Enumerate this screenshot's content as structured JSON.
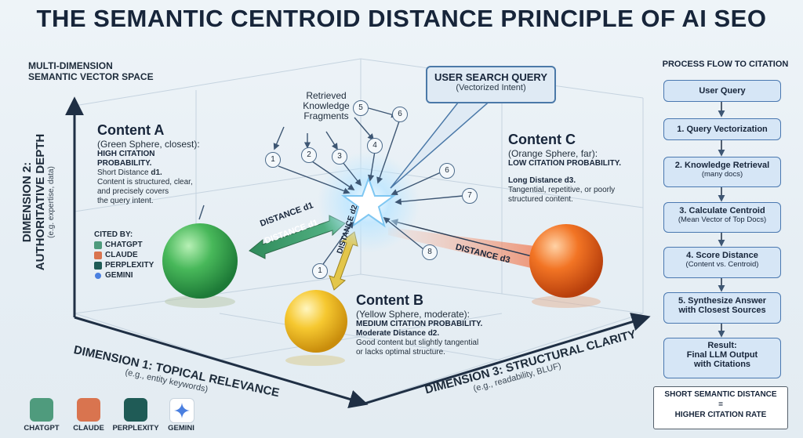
{
  "title": "THE SEMANTIC CENTROID DISTANCE PRINCIPLE OF AI SEO",
  "space_label": [
    "MULTI-DIMENSION",
    "SEMANTIC VECTOR SPACE"
  ],
  "dimension2": {
    "title_line1": "DIMENSION 2:",
    "title_line2": "AUTHORITATIVE DEPTH",
    "sub": "(e.g. expertise, data)"
  },
  "dimension1": {
    "title": "DIMENSION 1: TOPICAL RELEVANCE",
    "sub": "(e.g., entity keywords)"
  },
  "dimension3": {
    "title": "DIMENSION 3: STRUCTURAL CLARITY",
    "sub": "(e.g., readability, BLUF)"
  },
  "query": {
    "title": "USER SEARCH QUERY",
    "sub": "(Vectorized Intent)"
  },
  "fragments": [
    "Retrieved",
    "Knowledge",
    "Fragments"
  ],
  "numbers": [
    "1",
    "2",
    "3",
    "4",
    "5",
    "6",
    "6",
    "7",
    "8",
    "1"
  ],
  "content_a": {
    "head": "Content A",
    "sub": "(Green Sphere, closest):",
    "prob": [
      "HIGH CITATION",
      "PROBABILITY."
    ],
    "dist_prefix": "Short Distance ",
    "dist_name": "d1.",
    "desc": [
      "Content is structured, clear,",
      "and precisely covers",
      "the query intent."
    ]
  },
  "content_b": {
    "head": "Content B",
    "sub": "(Yellow Sphere, moderate):",
    "prob": "MEDIUM CITATION PROBABILITY.",
    "dist": "Moderate Distance d2.",
    "desc": [
      "Good content but slightly tangential",
      "or lacks optimal structure."
    ]
  },
  "content_c": {
    "head": "Content C",
    "sub": "(Orange Sphere, far):",
    "prob": "LOW CITATION PROBABILITY.",
    "dist": "Long Distance d3.",
    "desc": [
      "Tangential, repetitive, or poorly",
      "structured content."
    ]
  },
  "cited_by": {
    "label": "CITED BY:",
    "items": [
      "CHATGPT",
      "CLAUDE",
      "PERPLEXITY",
      "GEMINI"
    ]
  },
  "distances": {
    "d1_a": "DISTANCE d1",
    "d1_b": "DISTANCE d1",
    "d2": "DISTANCE d2",
    "d3": "DISTANCE d3"
  },
  "flow": {
    "title": "PROCESS FLOW TO CITATION",
    "steps": [
      {
        "t": "User Query",
        "s": ""
      },
      {
        "t": "1. Query Vectorization",
        "s": ""
      },
      {
        "t": "2. Knowledge Retrieval",
        "s": "(many docs)"
      },
      {
        "t": "3. Calculate Centroid",
        "s": "(Mean Vector of Top Docs)"
      },
      {
        "t": "4. Score Distance",
        "s": "(Content vs. Centroid)"
      },
      {
        "t": "5. Synthesize Answer",
        "s": "with Closest Sources"
      },
      {
        "t": "Result:",
        "s": "Final LLM Output with Citations"
      }
    ],
    "summary": [
      "SHORT SEMANTIC DISTANCE",
      "=",
      "HIGHER CITATION RATE"
    ]
  },
  "bottom_logos": [
    "CHATGPT",
    "CLAUDE",
    "PERPLEXITY",
    "GEMINI"
  ],
  "colors": {
    "green": "#3aa85a",
    "yellow": "#f1c12e",
    "orange": "#ef6a1f",
    "flow_box": "#d6e6f6",
    "flow_border": "#4a78b0",
    "chatgpt": "#4f9b7d",
    "claude": "#d9744f",
    "perplexity": "#1f5b56",
    "gemini": "#4a7fe0"
  }
}
